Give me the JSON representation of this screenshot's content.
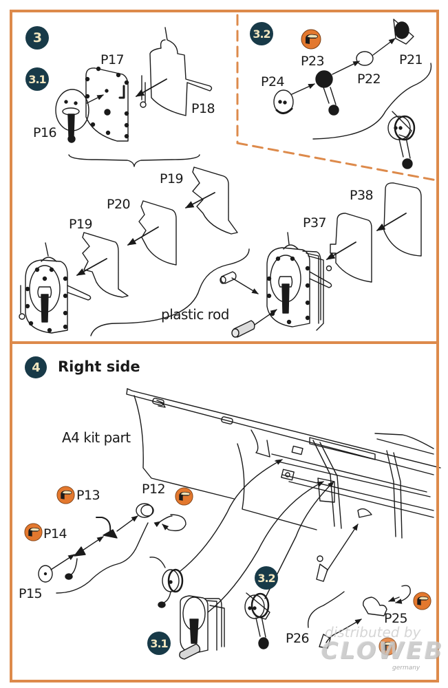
{
  "colors": {
    "frame": "#dd8a4b",
    "badge_bg": "#183a48",
    "badge_text": "#f2e6bf",
    "bend_icon": "#e3782e",
    "ink": "#1a1a1a"
  },
  "step3": {
    "badge": "3",
    "substep_3_1": {
      "badge": "3.1",
      "labels": [
        "P16",
        "P17",
        "P18"
      ]
    },
    "substep_3_2": {
      "badge": "3.2",
      "bend_icon": "bend-part-icon",
      "labels": [
        "P21",
        "P22",
        "P23",
        "P24"
      ]
    },
    "stack_left": {
      "labels": [
        "P19",
        "P20",
        "P19"
      ]
    },
    "stack_right": {
      "labels": [
        "P37",
        "P38"
      ],
      "note": "plastic rod"
    }
  },
  "step4": {
    "badge": "4",
    "title": "Right side",
    "kit_part": "A4 kit part",
    "labels": {
      "p12": "P12",
      "p13": "P13",
      "p14": "P14",
      "p15": "P15",
      "p25": "P25",
      "p26": "P26"
    },
    "sub_badges": [
      "3.1",
      "3.2"
    ]
  },
  "watermark": {
    "line1": "distributed by",
    "line2": "CLOWEB",
    "line3": "germany"
  }
}
